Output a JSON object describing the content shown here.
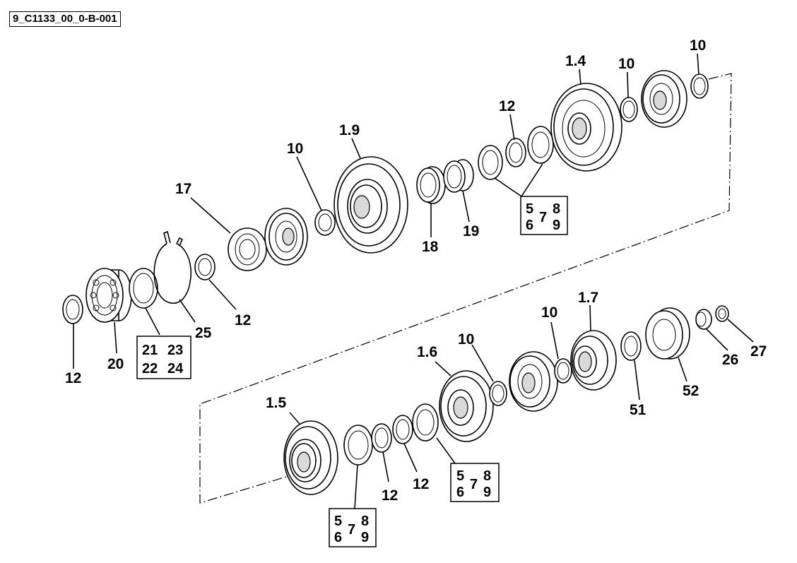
{
  "reference_code": "9_C1133_00_0-B-001",
  "labels": {
    "l_1_4": "1.4",
    "l_10_a": "10",
    "l_10_b": "10",
    "l_12_a": "12",
    "l_1_9": "1.9",
    "l_10_c": "10",
    "l_17": "17",
    "l_18": "18",
    "l_19": "19",
    "l_12_b": "12",
    "l_25": "25",
    "l_12_c": "12",
    "l_20": "20",
    "l_1_7": "1.7",
    "l_10_d": "10",
    "l_10_e": "10",
    "l_1_6": "1.6",
    "l_26": "26",
    "l_27": "27",
    "l_51": "51",
    "l_52": "52",
    "l_1_5": "1.5",
    "l_12_d": "12",
    "l_12_e": "12"
  },
  "boxes": {
    "box_a": {
      "n1": "5",
      "n2": "6",
      "n3": "7",
      "n4": "8",
      "n5": "9"
    },
    "box_b": {
      "n1": "21",
      "n2": "22",
      "n3": "23",
      "n4": "24"
    },
    "box_c": {
      "n1": "5",
      "n2": "6",
      "n3": "7",
      "n4": "8",
      "n5": "9"
    },
    "box_d": {
      "n1": "5",
      "n2": "6",
      "n3": "7",
      "n4": "8",
      "n5": "9"
    }
  }
}
